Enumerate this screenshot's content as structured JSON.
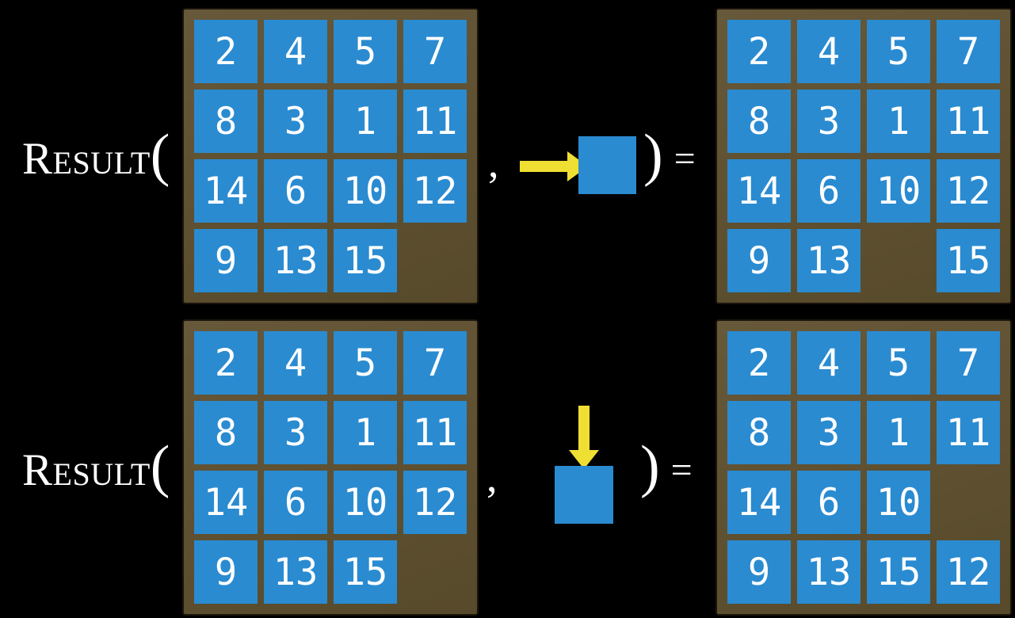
{
  "expression": {
    "name": "Result",
    "open_paren": "(",
    "comma": ",",
    "close_paren": ")",
    "equals": "="
  },
  "colors": {
    "background": "#000000",
    "tile_blue": "#2a8bd1",
    "board_brown": "#5e5030",
    "board_border": "#1a150c",
    "arrow_yellow": "#f0df33",
    "text_white": "#ffffff"
  },
  "icons": {
    "row1_move": "right-arrow-into-tile-icon",
    "row2_move": "down-arrow-into-tile-icon"
  },
  "rows": [
    {
      "move_direction": "right",
      "input_board": [
        [
          "2",
          "4",
          "5",
          "7"
        ],
        [
          "8",
          "3",
          "1",
          "11"
        ],
        [
          "14",
          "6",
          "10",
          "12"
        ],
        [
          "9",
          "13",
          "15",
          ""
        ]
      ],
      "output_board": [
        [
          "2",
          "4",
          "5",
          "7"
        ],
        [
          "8",
          "3",
          "1",
          "11"
        ],
        [
          "14",
          "6",
          "10",
          "12"
        ],
        [
          "9",
          "13",
          "",
          "15"
        ]
      ]
    },
    {
      "move_direction": "down",
      "input_board": [
        [
          "2",
          "4",
          "5",
          "7"
        ],
        [
          "8",
          "3",
          "1",
          "11"
        ],
        [
          "14",
          "6",
          "10",
          "12"
        ],
        [
          "9",
          "13",
          "15",
          ""
        ]
      ],
      "output_board": [
        [
          "2",
          "4",
          "5",
          "7"
        ],
        [
          "8",
          "3",
          "1",
          "11"
        ],
        [
          "14",
          "6",
          "10",
          ""
        ],
        [
          "9",
          "13",
          "15",
          "12"
        ]
      ]
    }
  ]
}
